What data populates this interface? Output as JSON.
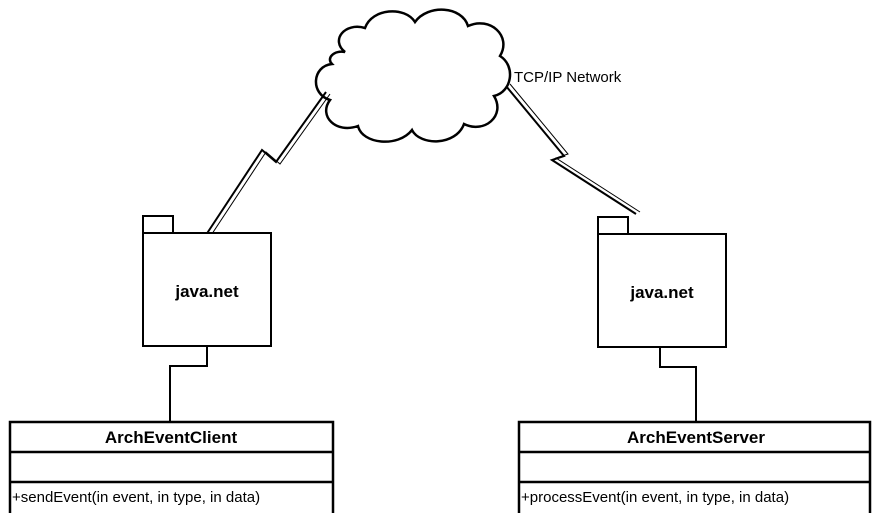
{
  "network": {
    "label": "TCP/IP Network"
  },
  "client": {
    "package_label": "java.net",
    "class_name": "ArchEventClient",
    "method": "+sendEvent(in event, in type, in data)"
  },
  "server": {
    "package_label": "java.net",
    "class_name": "ArchEventServer",
    "method": "+processEvent(in event, in type, in data)"
  },
  "colors": {
    "stroke": "#000000",
    "fill": "#ffffff"
  }
}
